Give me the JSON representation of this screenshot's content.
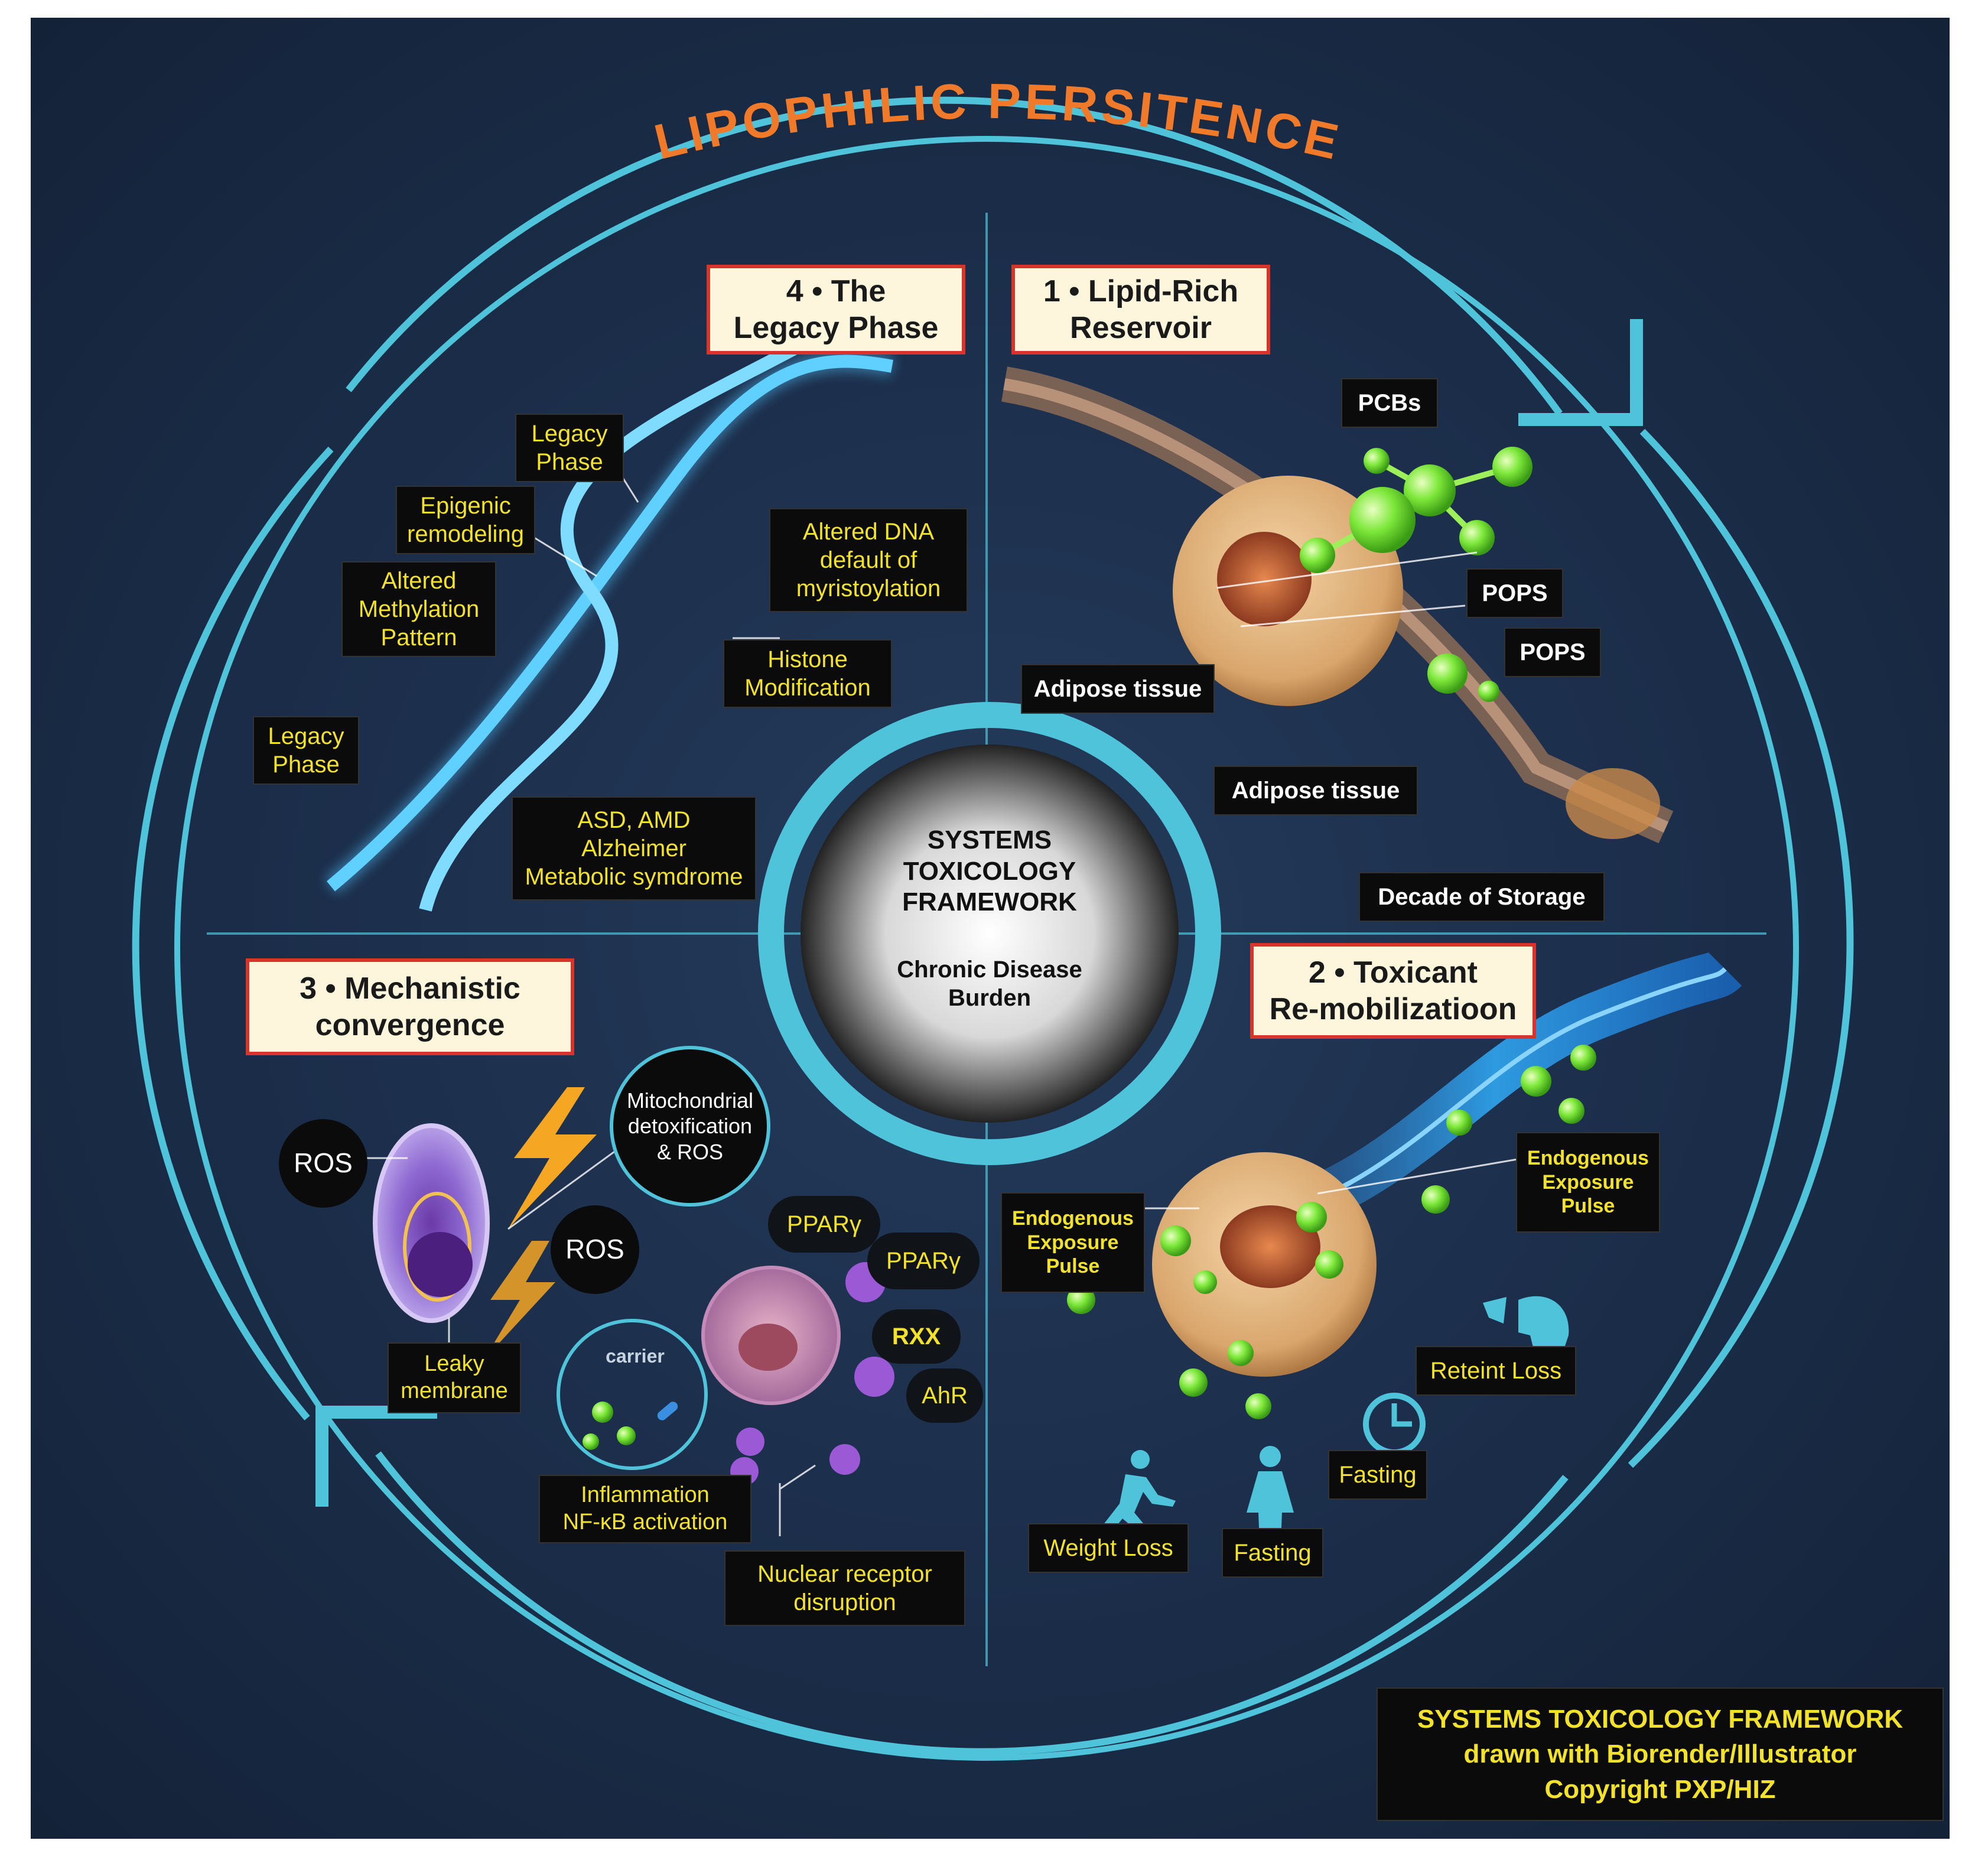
{
  "title": "LIPOPHILIC  PERSITENCE",
  "center": {
    "title": "SYSTEMS\nTOXICOLOGY\nFRAMEWORK",
    "subtitle": "Chronic Disease\nBurden"
  },
  "phases": {
    "p1": "1 • Lipid-Rich\nReservoir",
    "p2": "2 • Toxicant\nRe-mobilizatioon",
    "p3": "3 • Mechanistic\nconvergence",
    "p4": "4 • The\nLegacy Phase"
  },
  "q1": {
    "pcbs": "PCBs",
    "pops1": "POPS",
    "pops2": "POPS",
    "adipose1": "Adipose tissue",
    "adipose2": "Adipose tissue",
    "decade": "Decade of Storage"
  },
  "q2": {
    "pulse_left": "Endogenous\nExposure\nPulse",
    "pulse_right": "Endogenous\nExposure\nPulse",
    "reteint": "Reteint Loss",
    "fasting_clock": "Fasting",
    "fasting": "Fasting",
    "weight_loss": "Weight Loss"
  },
  "q3": {
    "ros1": "ROS",
    "ros2": "ROS",
    "mito": "Mitochondrial\ndetoxification\n& ROS",
    "ppar1": "PPARγ",
    "ppar2": "PPARγ",
    "rxx": "RXX",
    "ahr": "AhR",
    "leaky": "Leaky\nmembrane",
    "carrier": "carrier",
    "inflammation": "Inflammation\nNF-κB activation",
    "nuclear": "Nuclear receptor\ndisruption"
  },
  "q4": {
    "legacy_top": "Legacy\nPhase",
    "epigenic": "Epigenic\nremodeling",
    "altered_methylation": "Altered\nMethylation\nPattern",
    "altered_dna": "Altered DNA\ndefault of\nmyristoylation",
    "histone": "Histone\nModification",
    "legacy_left": "Legacy\nPhase",
    "diseases": "ASD, AMD\nAlzheimer\nMetabolic symdrome"
  },
  "footer": "SYSTEMS TOXICOLOGY FRAMEWORK\ndrawn with Biorender/Illustrator\nCopyright PXP/HIZ",
  "colors": {
    "ring": "#4fc3d9",
    "title": "#f07a2a",
    "label_text": "#f2e22a",
    "cream_border": "#d9342b",
    "molecule": "#7de83a"
  },
  "icons": [
    "runner-icon",
    "woman-icon",
    "clock-icon",
    "speaking-head-icon",
    "lightning-icon",
    "dna-icon"
  ]
}
